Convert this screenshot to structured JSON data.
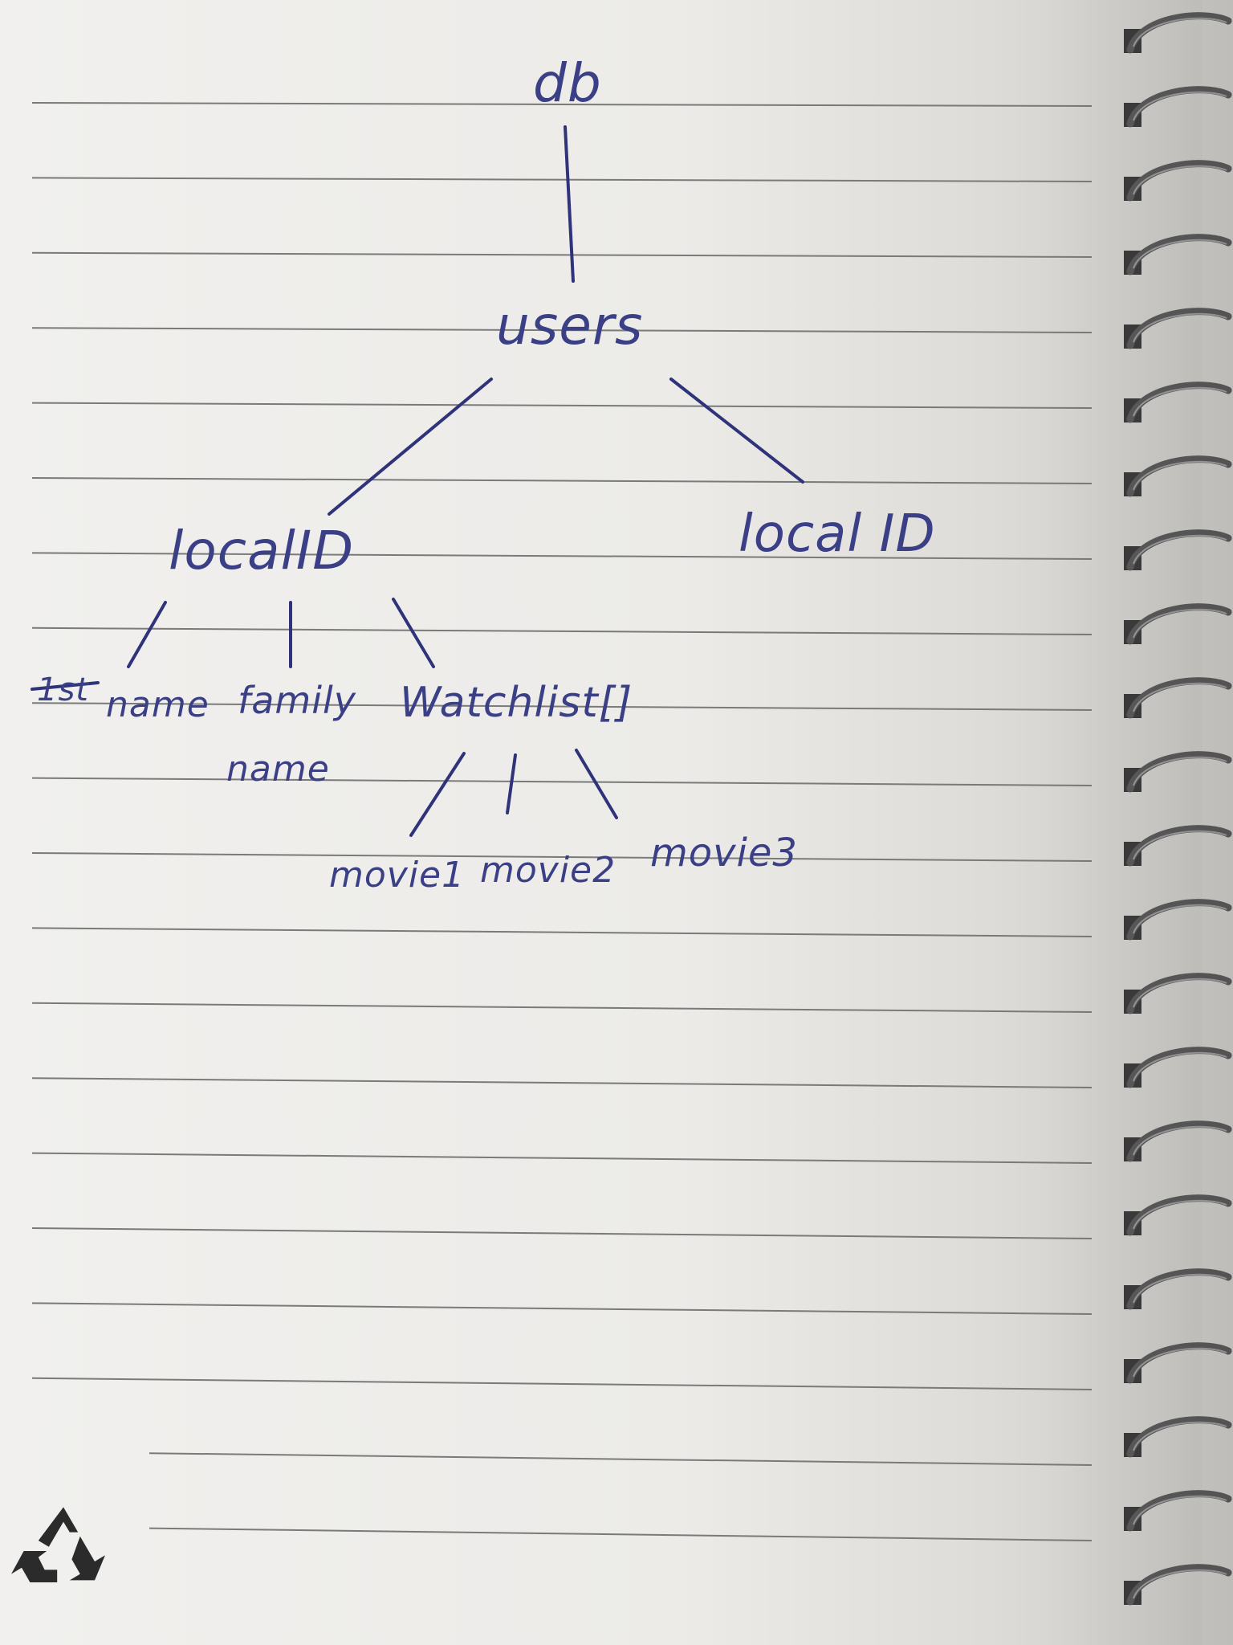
{
  "notebook": {
    "paper_color": "#efeeec",
    "rule_color": "#7a7a7a",
    "ink_color": "#3a3f86",
    "spiral_color": "#5a5a5a"
  },
  "tree": {
    "root": "db",
    "users": "users",
    "left_local_id": "localID",
    "right_local_id": "local ID",
    "first_name_prefix": "1st",
    "first_name": "name",
    "family_name_line1": "family",
    "family_name_line2": "name",
    "watchlist": "Watchlist[]",
    "movie1": "movie1",
    "movie2": "movie2",
    "movie3": "movie3"
  },
  "icons": {
    "recycle": "recycle-icon"
  }
}
